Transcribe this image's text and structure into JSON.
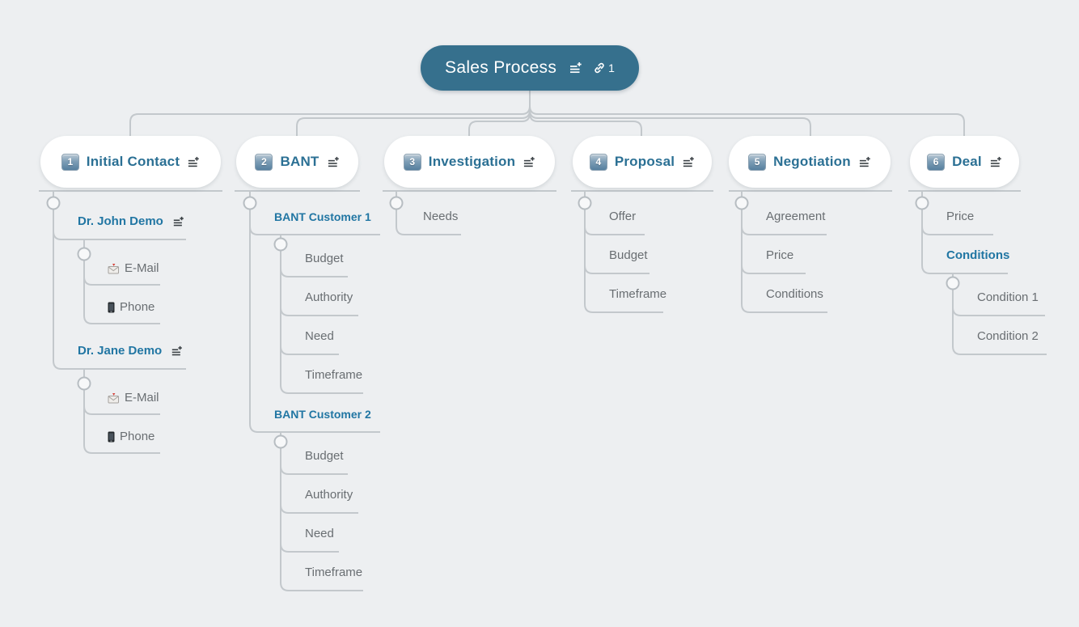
{
  "root": {
    "title": "Sales Process",
    "link_count": "1"
  },
  "branches": [
    {
      "badge": "1",
      "label": "Initial Contact",
      "children": [
        {
          "label": "Dr. John Demo",
          "children": [
            {
              "icon": "email-icon",
              "label": "E-Mail"
            },
            {
              "icon": "phone-icon",
              "label": "Phone"
            }
          ]
        },
        {
          "label": "Dr. Jane Demo",
          "children": [
            {
              "icon": "email-icon",
              "label": "E-Mail"
            },
            {
              "icon": "phone-icon",
              "label": "Phone"
            }
          ]
        }
      ]
    },
    {
      "badge": "2",
      "label": "BANT",
      "children": [
        {
          "label": "BANT Customer 1",
          "children": [
            {
              "label": "Budget"
            },
            {
              "label": "Authority"
            },
            {
              "label": "Need"
            },
            {
              "label": "Timeframe"
            }
          ]
        },
        {
          "label": "BANT Customer 2",
          "children": [
            {
              "label": "Budget"
            },
            {
              "label": "Authority"
            },
            {
              "label": "Need"
            },
            {
              "label": "Timeframe"
            }
          ]
        }
      ]
    },
    {
      "badge": "3",
      "label": "Investigation",
      "children": [
        {
          "label": "Needs"
        }
      ]
    },
    {
      "badge": "4",
      "label": "Proposal",
      "children": [
        {
          "label": "Offer"
        },
        {
          "label": "Budget"
        },
        {
          "label": "Timeframe"
        }
      ]
    },
    {
      "badge": "5",
      "label": "Negotiation",
      "children": [
        {
          "label": "Agreement"
        },
        {
          "label": "Price"
        },
        {
          "label": "Conditions"
        }
      ]
    },
    {
      "badge": "6",
      "label": "Deal",
      "children": [
        {
          "label": "Price"
        },
        {
          "label": "Conditions",
          "children": [
            {
              "label": "Condition 1"
            },
            {
              "label": "Condition 2"
            }
          ]
        }
      ]
    }
  ],
  "colors": {
    "background": "#edeff1",
    "root_fill": "#36708d",
    "branch_text": "#2b7094",
    "highlight_text": "#2176a3",
    "leaf_text": "#696e72",
    "wire": "#c3c8cc",
    "badge": "#6890ad"
  }
}
